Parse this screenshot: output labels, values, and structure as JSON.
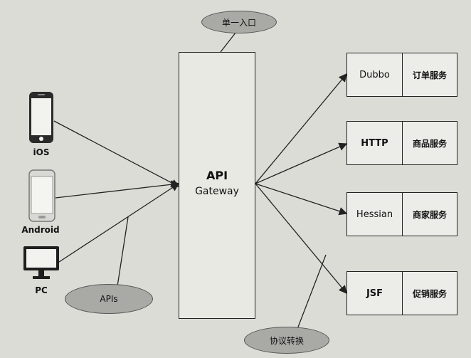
{
  "gateway": {
    "title": "API",
    "subtitle": "Gateway"
  },
  "entry_label": "单一入口",
  "apis_label": "APIs",
  "protocol_label": "协议转换",
  "clients": [
    {
      "label": "iOS"
    },
    {
      "label": "Android"
    },
    {
      "label": "PC"
    }
  ],
  "services": [
    {
      "protocol": "Dubbo",
      "name": "订单服务"
    },
    {
      "protocol": "HTTP",
      "name": "商品服务"
    },
    {
      "protocol": "Hessian",
      "name": "商家服务"
    },
    {
      "protocol": "JSF",
      "name": "促销服务"
    }
  ]
}
